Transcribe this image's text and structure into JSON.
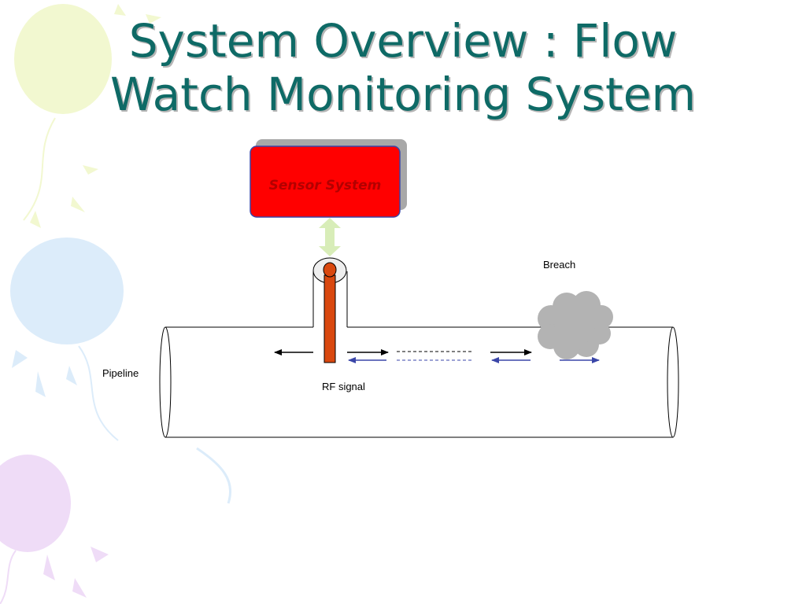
{
  "slide": {
    "title": {
      "line1": "System Overview : Flow",
      "line2": "Watch Monitoring System"
    }
  },
  "diagram": {
    "sensor_box_label": "Sensor System",
    "labels": {
      "breach": "Breach",
      "pipeline": "Pipeline",
      "rf_signal": "RF signal"
    }
  },
  "colors": {
    "title": "#0e6a66",
    "sensor_fill": "#ff0000",
    "sensor_border": "#3a46a8",
    "sensor_shadow": "#a8a8a8",
    "sensor_text": "#b30000",
    "connector_arrow": "#d8edb8",
    "probe": "#d9480f",
    "rf_arrow_blue": "#3a46a8",
    "rf_arrow_black": "#000000",
    "breach_cloud": "#b3b3b3",
    "balloon_yellow": "#f2f8d0",
    "balloon_blue": "#dcecfa",
    "balloon_purple": "#efdcf7"
  },
  "icons": {
    "background_balloons": "balloon-icon",
    "breach": "cloud-icon"
  }
}
